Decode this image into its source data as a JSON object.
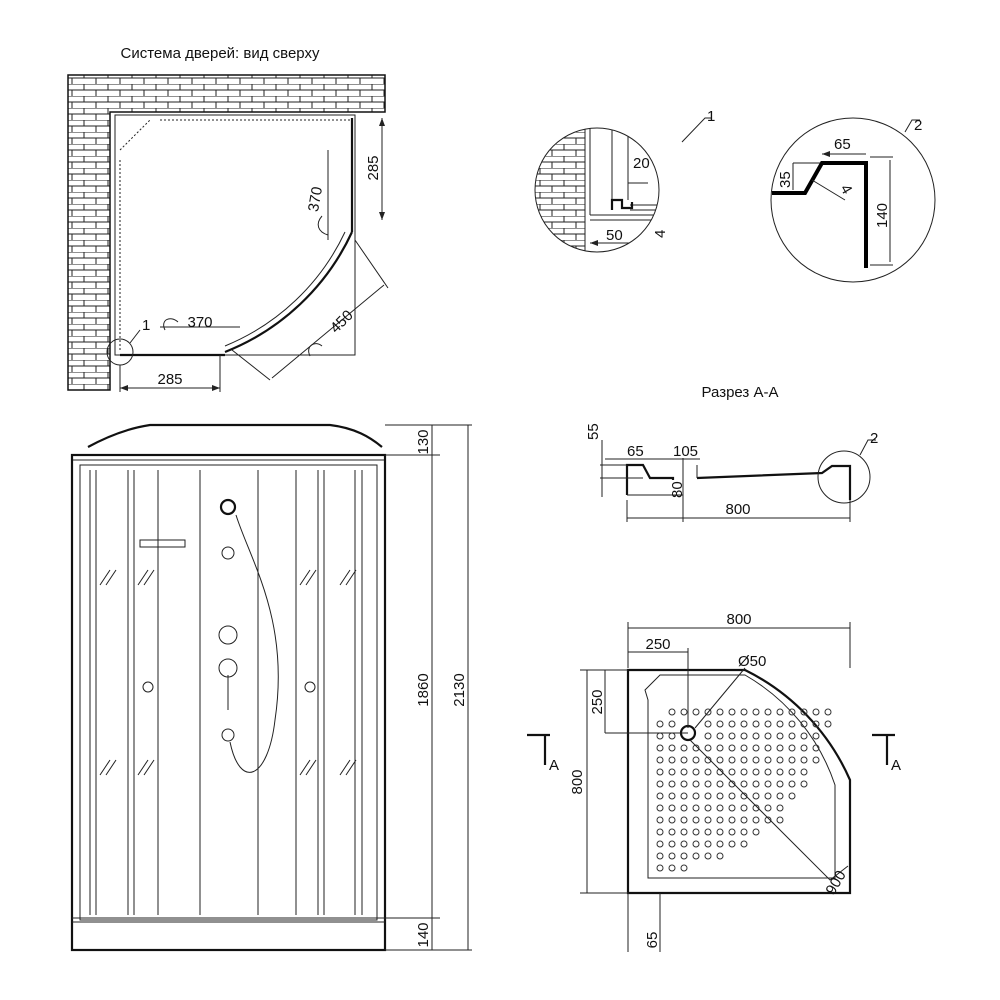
{
  "top_view": {
    "title": "Система дверей: вид сверху",
    "dims": {
      "right_285": "285",
      "door_370_right": "370",
      "door_370_bottom": "370",
      "diag_450": "450",
      "bottom_285": "285"
    },
    "callout": "1"
  },
  "detail_1": {
    "callout": "1",
    "dims": {
      "d20": "20",
      "d50": "50",
      "d4": "4"
    }
  },
  "detail_2": {
    "callout": "2",
    "dims": {
      "d65": "65",
      "d35": "35",
      "d4": "4",
      "d140": "140"
    }
  },
  "section": {
    "title": "Разрез А-А",
    "callout": "2",
    "dims": {
      "d55": "55",
      "d65": "65",
      "d105": "105",
      "d80": "80",
      "d800": "800"
    }
  },
  "front_view": {
    "dims": {
      "top": "130",
      "glass": "1860",
      "total": "2130",
      "base": "140"
    }
  },
  "tray_plan": {
    "dims": {
      "width": "800",
      "drain_x": "250",
      "drain_dia": "Ø50",
      "drain_y": "250",
      "depth": "800",
      "radius": "900",
      "rim": "65"
    },
    "section_mark": "A"
  }
}
